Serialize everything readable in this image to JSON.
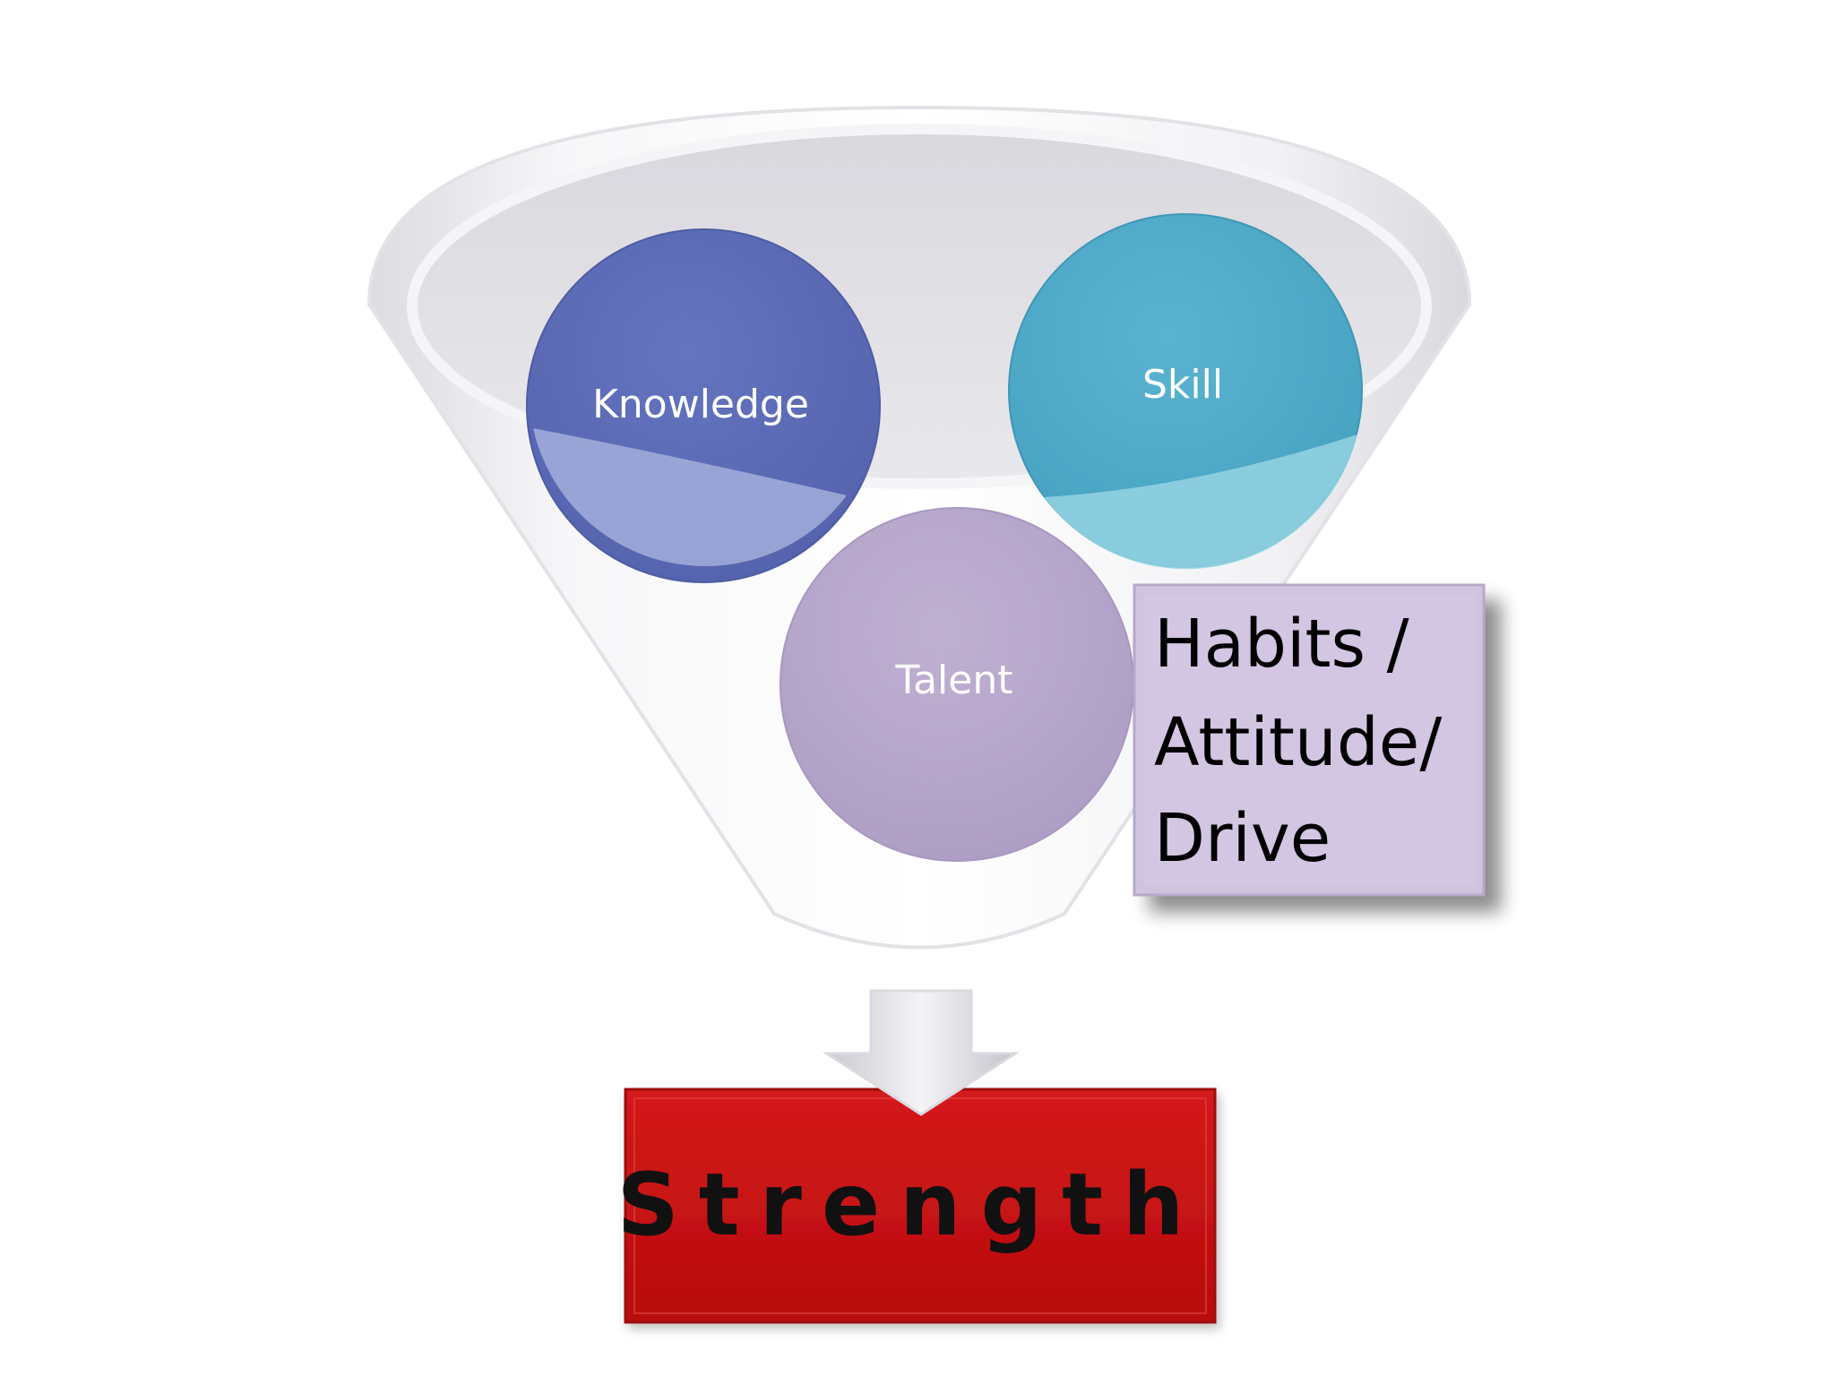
{
  "diagram": {
    "circles": [
      {
        "label": "Knowledge"
      },
      {
        "label": "Skill"
      },
      {
        "label": "Talent"
      }
    ],
    "side_box": {
      "lines": [
        "Habits /",
        "Attitude/",
        "Drive"
      ]
    },
    "result": {
      "label": "Strength"
    }
  },
  "colors": {
    "knowledge": "#5b68b6",
    "skill": "#4fa7c6",
    "talent": "#b8a7cc",
    "side_box": "#cfc2de",
    "result": "#c80f10",
    "funnel": "#ecebef"
  }
}
